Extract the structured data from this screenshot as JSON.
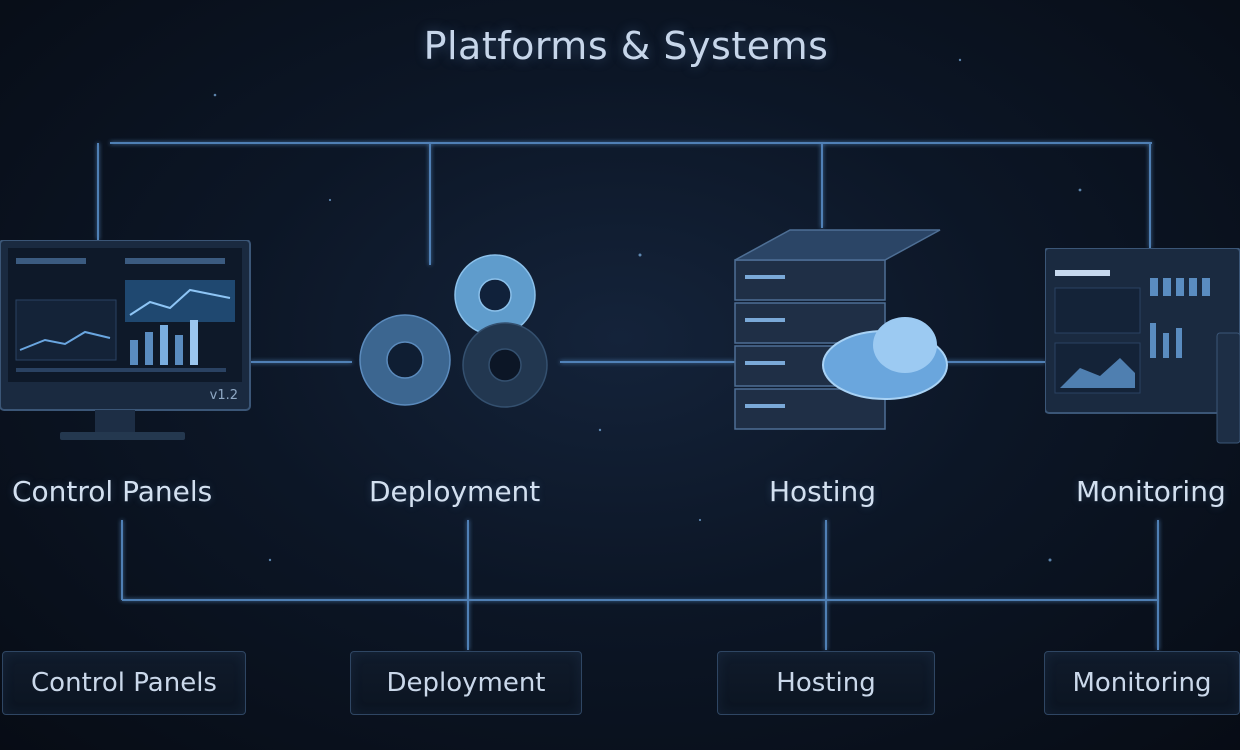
{
  "title": "Platforms & Systems",
  "categories": [
    {
      "label": "Control Panels",
      "icon": "monitor-dashboard-icon",
      "version": "v1.2"
    },
    {
      "label": "Deployment",
      "icon": "gears-icon"
    },
    {
      "label": "Hosting",
      "icon": "server-cloud-icon"
    },
    {
      "label": "Monitoring",
      "icon": "analytics-screen-icon"
    }
  ],
  "buttons": [
    {
      "label": "Control Panels"
    },
    {
      "label": "Deployment"
    },
    {
      "label": "Hosting"
    },
    {
      "label": "Monitoring"
    }
  ],
  "colors": {
    "background": "#0c1626",
    "accent_line": "#4f86c2",
    "label_text": "#d3e0f0",
    "button_border": "#2f4663"
  }
}
